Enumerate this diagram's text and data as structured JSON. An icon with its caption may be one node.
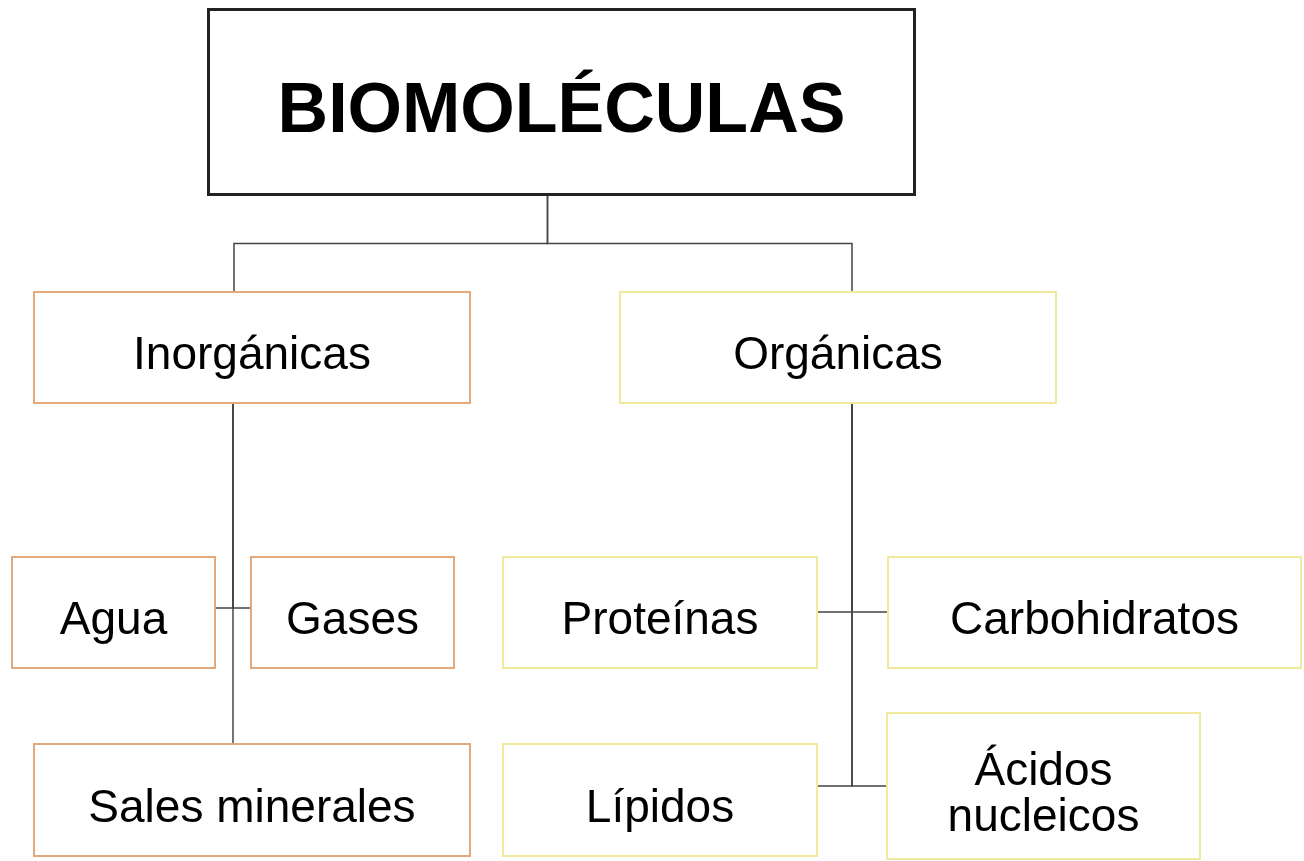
{
  "diagram": {
    "nodes": [
      {
        "text": [
          "BIOMOLÉCULAS"
        ]
      },
      {
        "text": [
          "Inorgánicas"
        ]
      },
      {
        "text": [
          "Orgánicas"
        ]
      },
      {
        "text": [
          "Agua"
        ]
      },
      {
        "text": [
          "Gases"
        ]
      },
      {
        "text": [
          "Sales minerales"
        ]
      },
      {
        "text": [
          "Proteínas"
        ]
      },
      {
        "text": [
          "Carbohidratos"
        ]
      },
      {
        "text": [
          "Lípidos"
        ]
      },
      {
        "text": [
          "Ácidos nucleicos"
        ]
      }
    ],
    "edges": [
      {
        "from": 0,
        "to": 1,
        "arrow": "none"
      },
      {
        "from": 0,
        "to": 2,
        "arrow": "none"
      },
      {
        "from": 1,
        "to": 3,
        "arrow": "none"
      },
      {
        "from": 1,
        "to": 4,
        "arrow": "none"
      },
      {
        "from": 1,
        "to": 5,
        "arrow": "none"
      },
      {
        "from": 2,
        "to": 6,
        "arrow": "none"
      },
      {
        "from": 2,
        "to": 7,
        "arrow": "none"
      },
      {
        "from": 2,
        "to": 8,
        "arrow": "none"
      },
      {
        "from": 2,
        "to": 9,
        "arrow": "none"
      }
    ]
  }
}
